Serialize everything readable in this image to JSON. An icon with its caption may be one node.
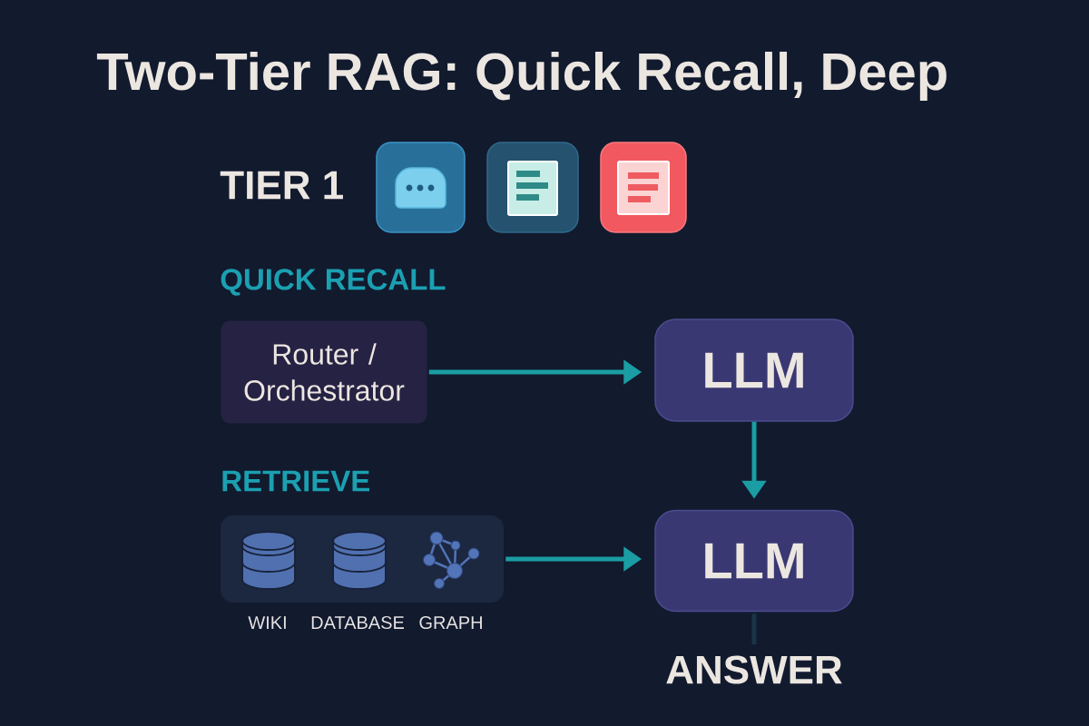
{
  "diagram": {
    "title": "Two-Tier RAG: Quick Recall, Deep",
    "nodes": [
      {
        "text": [
          "Router / Orchestrator"
        ]
      },
      {
        "text": [
          "LLM"
        ]
      },
      {
        "text": [],
        "shape": "box"
      },
      {
        "text": [
          "LLM"
        ]
      },
      {
        "text": [
          "ANSWER"
        ]
      }
    ],
    "edges": [
      {
        "from": 0,
        "to": 1,
        "arrow": "to"
      },
      {
        "from": 1,
        "to": 3,
        "arrow": "to"
      },
      {
        "from": 2,
        "to": 3,
        "arrow": "to"
      },
      {
        "from": 3,
        "to": 4,
        "arrow": "none",
        "color": "#1c3448"
      }
    ],
    "labels": [
      "TIER 1",
      "QUICK RECALL",
      "RETRIEVE",
      "WIKI",
      "DATABASE",
      "GRAPH"
    ]
  }
}
